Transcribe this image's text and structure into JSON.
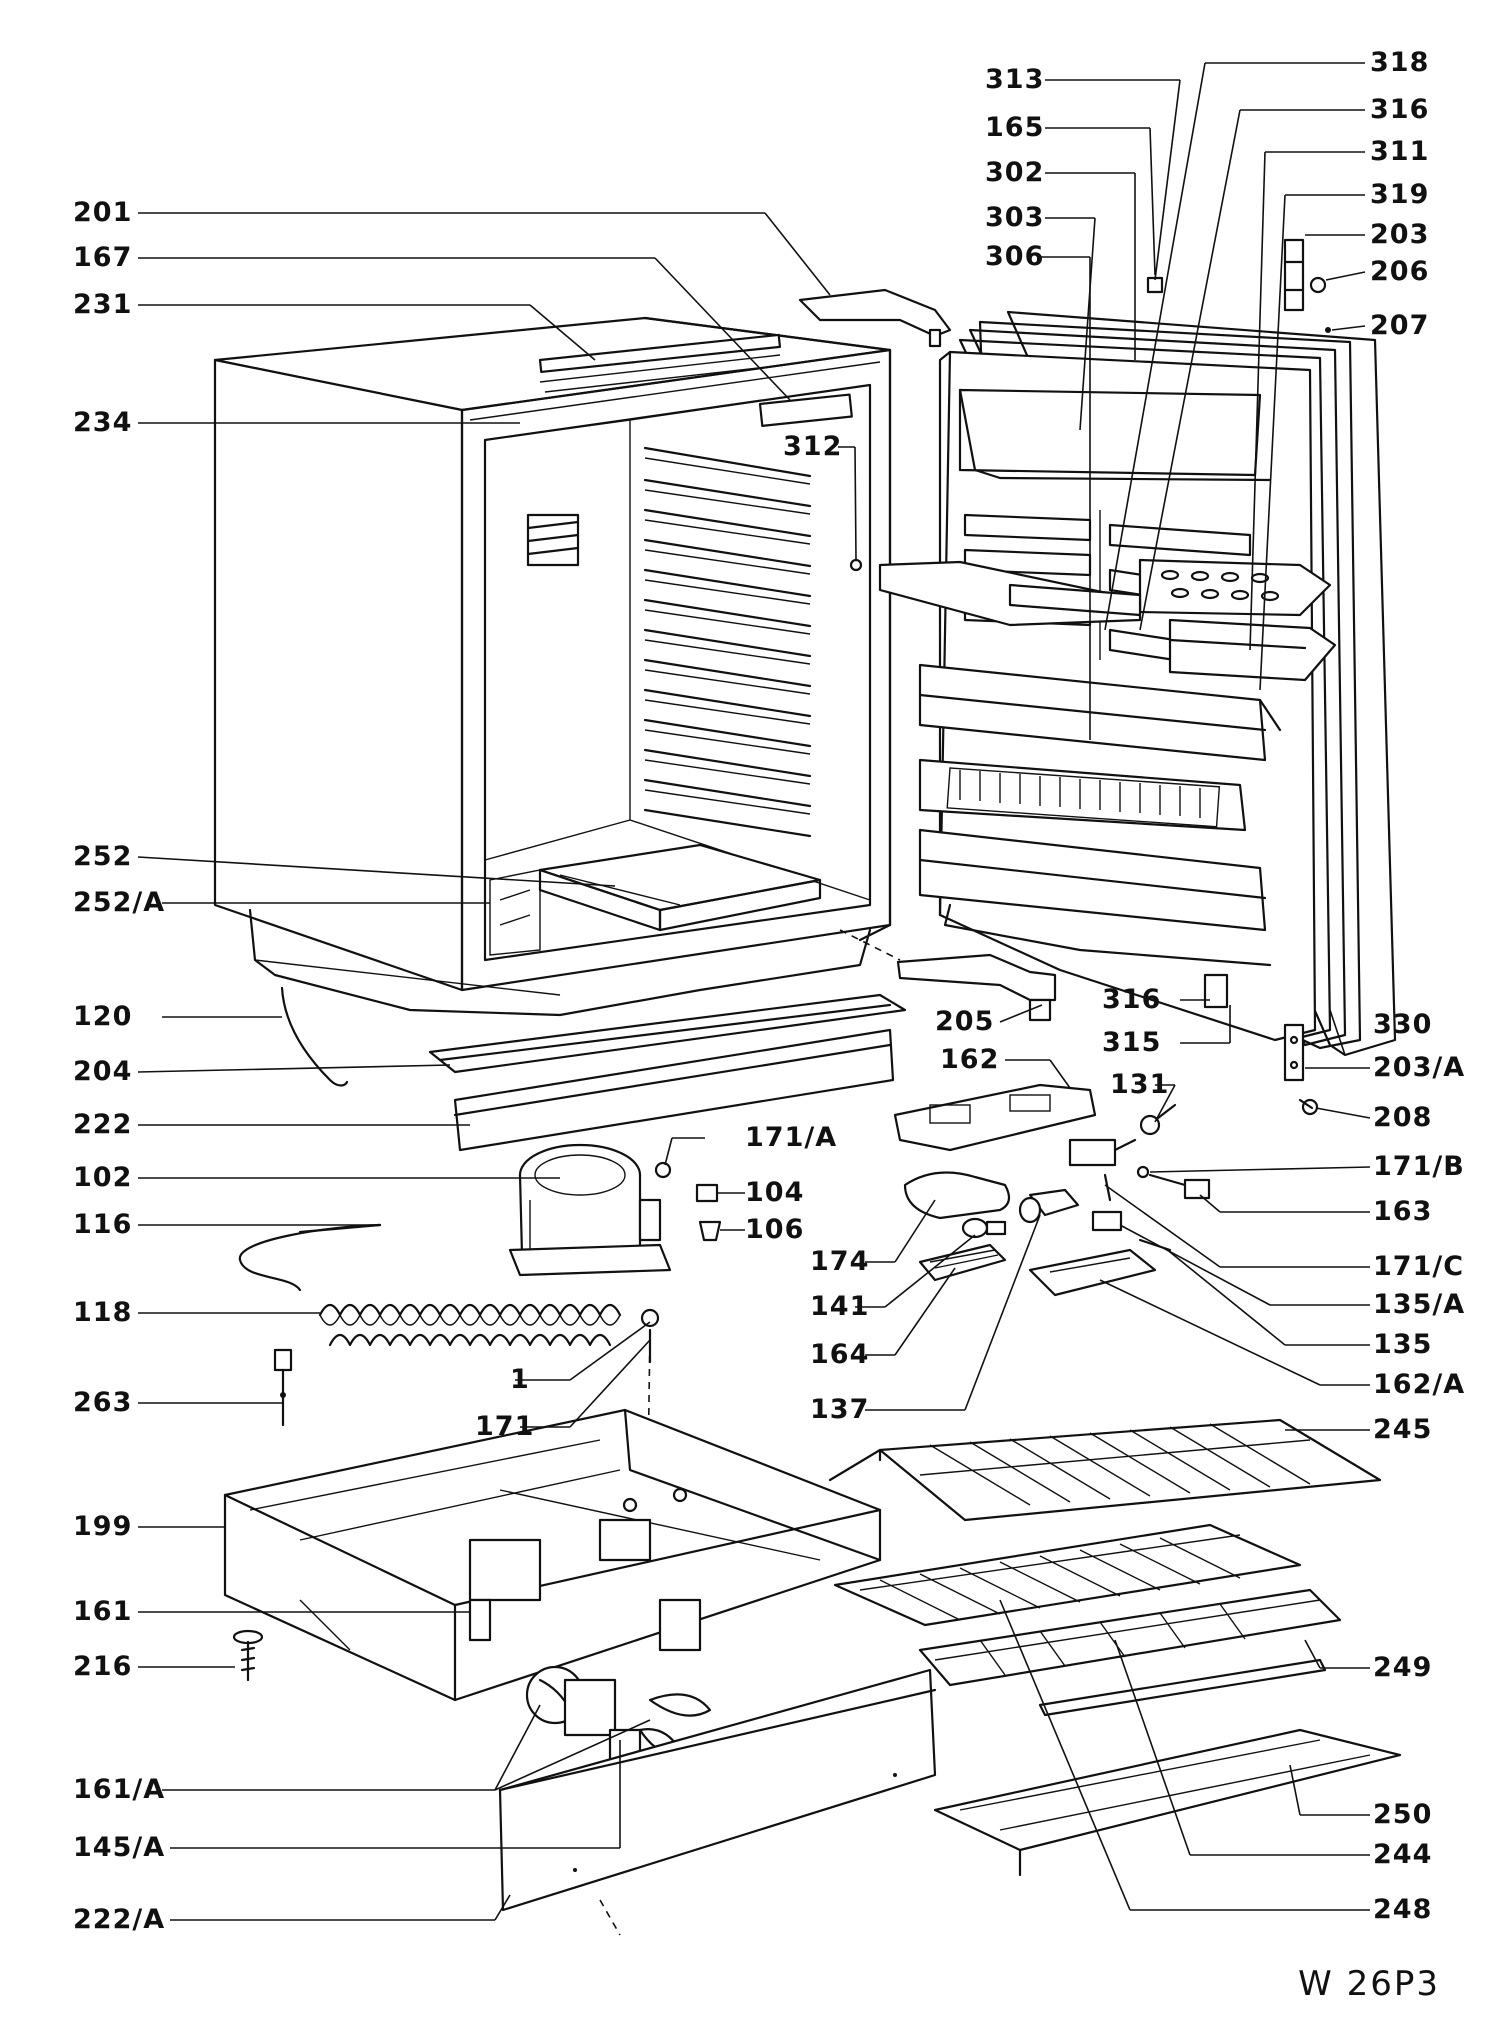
{
  "labels": {
    "l313": "313",
    "l318": "318",
    "l165": "165",
    "l316a": "316",
    "l302": "302",
    "l311": "311",
    "l303": "303",
    "l319": "319",
    "l306": "306",
    "l203": "203",
    "l206": "206",
    "l207": "207",
    "l201": "201",
    "l167": "167",
    "l231": "231",
    "l234": "234",
    "l312": "312",
    "l252": "252",
    "l252a": "252/A",
    "l120": "120",
    "l205": "205",
    "l316b": "316",
    "l330": "330",
    "l315": "315",
    "l204": "204",
    "l162": "162",
    "l203a": "203/A",
    "l131": "131",
    "l222": "222",
    "l208": "208",
    "l171a": "171/A",
    "l102": "102",
    "l171b": "171/B",
    "l104": "104",
    "l116": "116",
    "l163": "163",
    "l106": "106",
    "l174": "174",
    "l171c": "171/C",
    "l118": "118",
    "l141": "141",
    "l135a": "135/A",
    "l135": "135",
    "l164": "164",
    "l1": "1",
    "l162a": "162/A",
    "l263": "263",
    "l137": "137",
    "l171": "171",
    "l245": "245",
    "l199": "199",
    "l161": "161",
    "l216": "216",
    "l249": "249",
    "l161a": "161/A",
    "l250": "250",
    "l145a": "145/A",
    "l244": "244",
    "l222a": "222/A",
    "l248": "248"
  },
  "drawing_code": "W 26P3"
}
